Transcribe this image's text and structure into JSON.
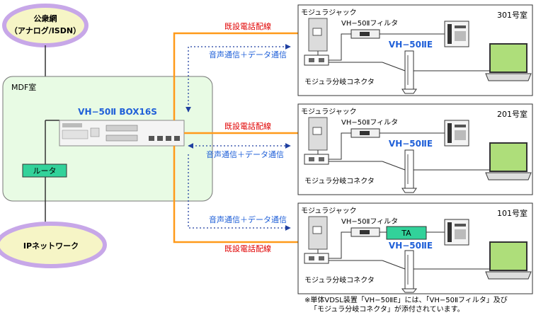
{
  "public_network": {
    "line1": "公衆網",
    "line2": "（アナログ/ISDN）"
  },
  "ip_network": {
    "label": "IPネットワーク"
  },
  "mdf_room": {
    "label": "MDF室"
  },
  "main_unit": {
    "label": "VH−50Ⅱ BOX16S"
  },
  "router": {
    "label": "ルータ"
  },
  "link_labels": {
    "existing_line": "既設電話配線",
    "voice_data": "音声通信＋データ通信"
  },
  "rooms": [
    {
      "room": "301号室",
      "jack": "モジュラジャック",
      "filter": "VH−50Ⅱフィルタ",
      "modem": "VH−50ⅡE",
      "splitter": "モジュラ分岐コネクタ",
      "ta": ""
    },
    {
      "room": "201号室",
      "jack": "モジュラジャック",
      "filter": "VH−50Ⅱフィルタ",
      "modem": "VH−50ⅡE",
      "splitter": "モジュラ分岐コネクタ",
      "ta": ""
    },
    {
      "room": "101号室",
      "jack": "モジュラジャック",
      "filter": "VH−50Ⅱフィルタ",
      "modem": "VH−50ⅡE",
      "splitter": "モジュラ分岐コネクタ",
      "ta": "TA"
    }
  ],
  "footnote": {
    "line1": "※単体VDSL装置「VH−50ⅡE」には、「VH−50Ⅱフィルタ」及び",
    "line2": "「モジュラ分岐コネクタ」が添付されています。"
  },
  "colors": {
    "mdf_fill": "#e8fbe4",
    "cloud_fill": "#f6f5c6",
    "cloud_stroke": "#c7a7e8",
    "router_fill": "#32d29a",
    "ta_fill": "#32d29a",
    "existing_line": "#ff9a1a",
    "voice_data": "#2a6fd6",
    "red_text": "#e00000",
    "blue_text": "#2060d8"
  }
}
